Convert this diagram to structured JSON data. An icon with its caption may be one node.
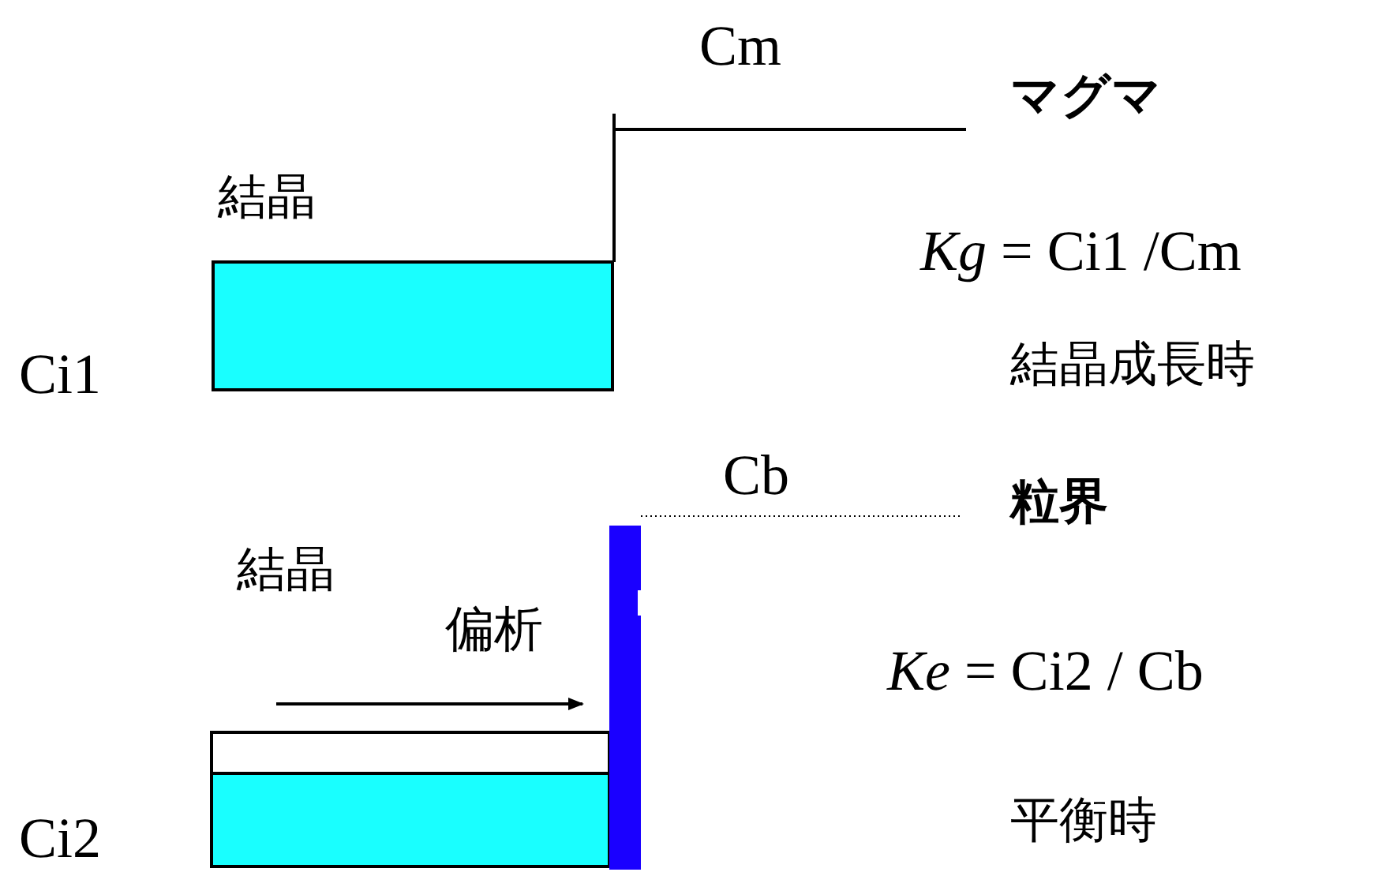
{
  "diagram": {
    "labels": [
      "Cm",
      "マグマ",
      "結晶",
      "*Kg* = Ci1 /Cm",
      "Ci1",
      "結晶成長時",
      "Cb",
      "粒界",
      "結晶",
      "偏析",
      "*Ke* = Ci2 / Cb",
      "Ci2",
      "平衡時"
    ]
  }
}
